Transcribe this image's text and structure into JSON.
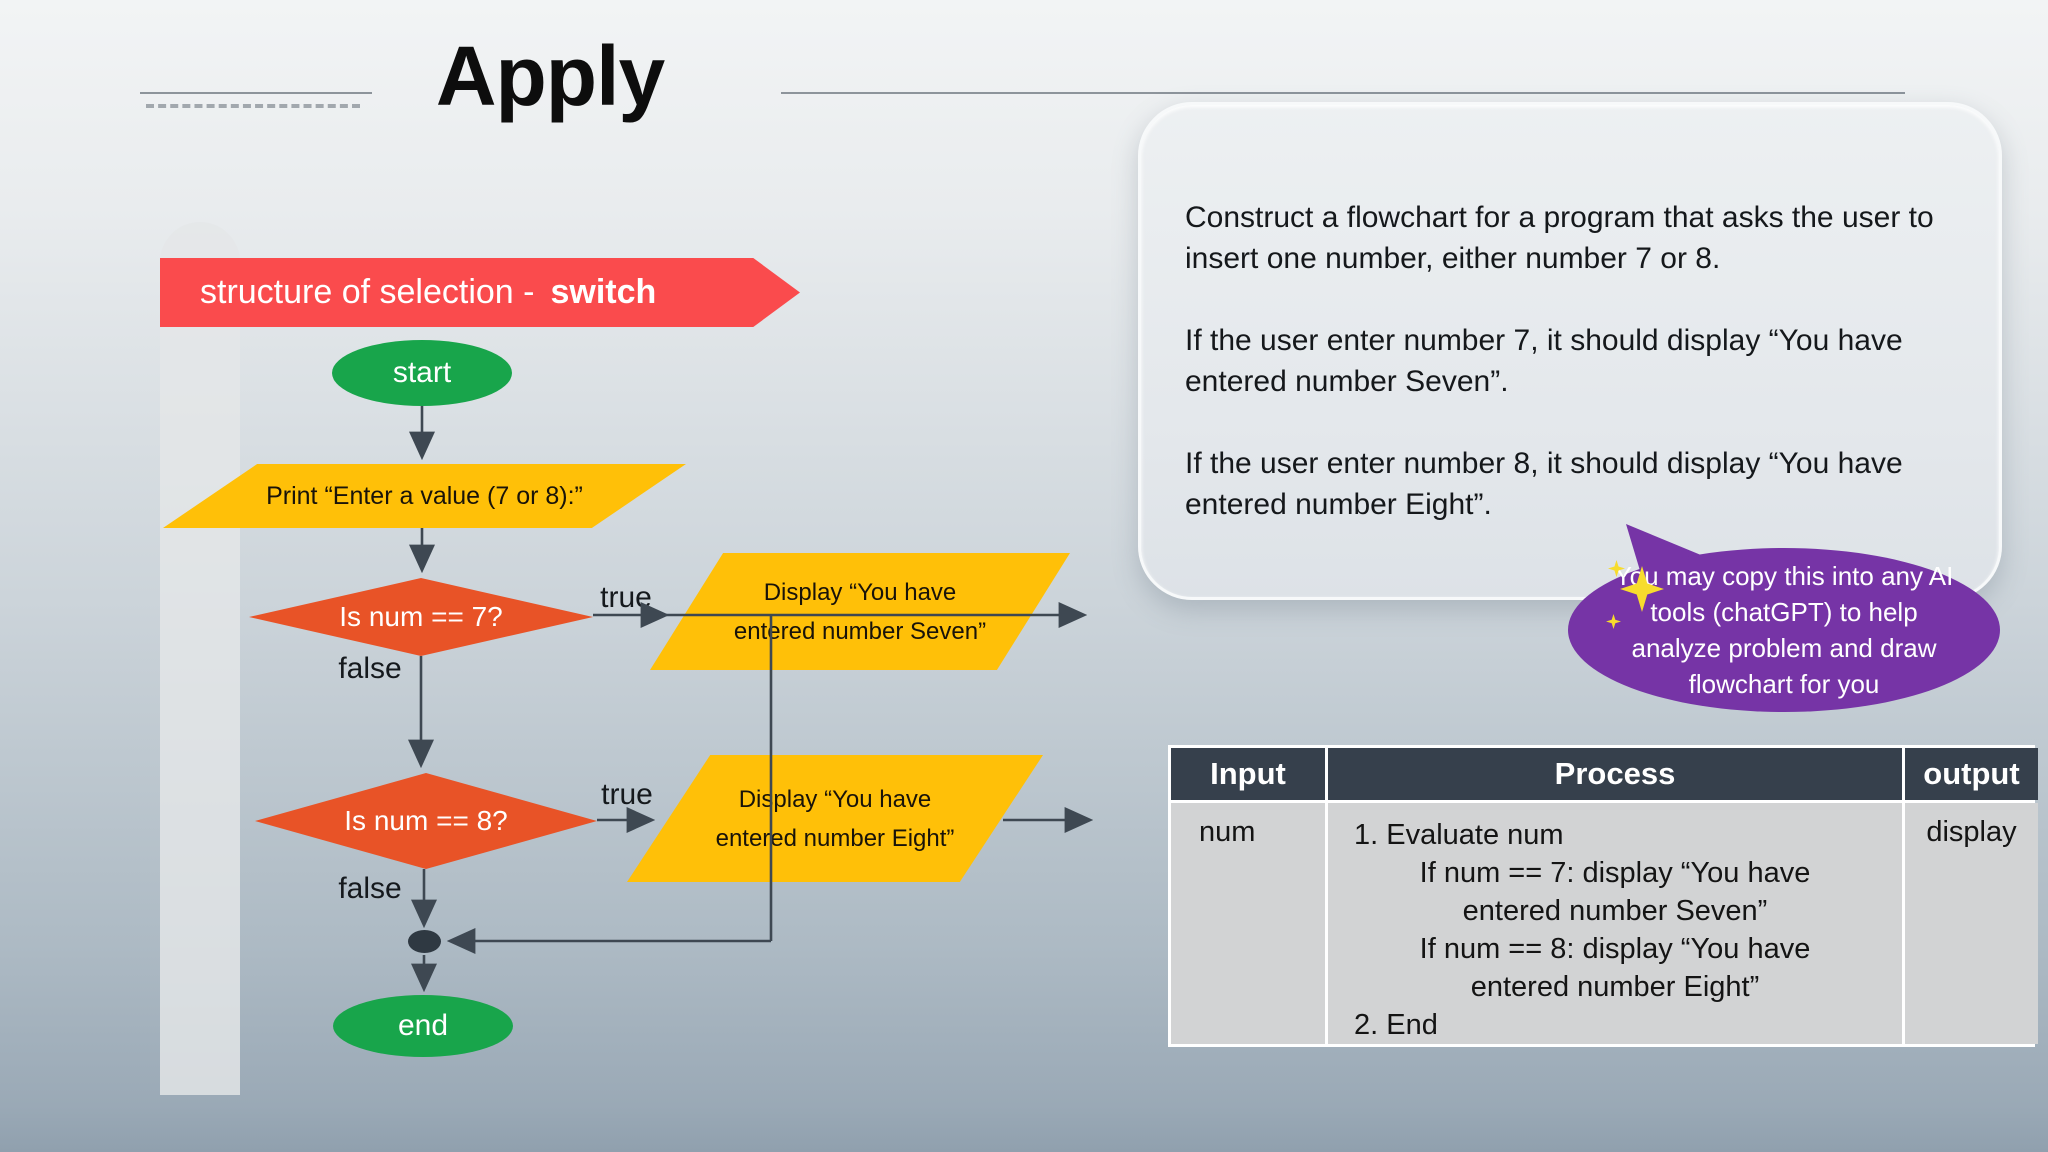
{
  "colors": {
    "banner-red": "#fa4b4d",
    "yellow": "#ffc008",
    "orange": "#e85327",
    "green": "#18a54b",
    "purple": "#7634a6",
    "line-slate": "#3e4852",
    "table-header": "#36404c",
    "table-body": "#d2d3d4"
  },
  "slide": {
    "title": "Apply"
  },
  "banner": {
    "text": "structure of selection -",
    "keyword": "switch"
  },
  "flowchart": {
    "start": "start",
    "print": "Print “Enter a value (7 or 8):”",
    "decision_7": "Is num == 7?",
    "true_7": "true",
    "false_7": "false",
    "display_7_line1": "Display “You have",
    "display_7_line2": "entered number Seven”",
    "decision_8": "Is num == 8?",
    "true_8": "true",
    "false_8": "false",
    "display_8_line1": "Display “You have",
    "display_8_line2": "entered number Eight”",
    "end": "end"
  },
  "problem": {
    "p1": "Construct a flowchart for a program that asks the user to insert one number, either number 7 or 8.",
    "p2": "If the user enter number 7, it should display “You have entered number Seven”.",
    "p3": "If the user enter number 8, it should display “You have entered number Eight”."
  },
  "bubble": {
    "lines": [
      "You may copy this into any AI",
      "tools (chatGPT) to help",
      "analyze problem and draw",
      "flowchart for you"
    ]
  },
  "table": {
    "headers": [
      "Input",
      "Process",
      "output"
    ],
    "input": "num",
    "process": [
      "1. Evaluate num",
      "If num == 7: display “You have",
      "entered number Seven”",
      "If num == 8: display “You have",
      "entered number Eight”",
      "2. End"
    ],
    "output": "display"
  }
}
